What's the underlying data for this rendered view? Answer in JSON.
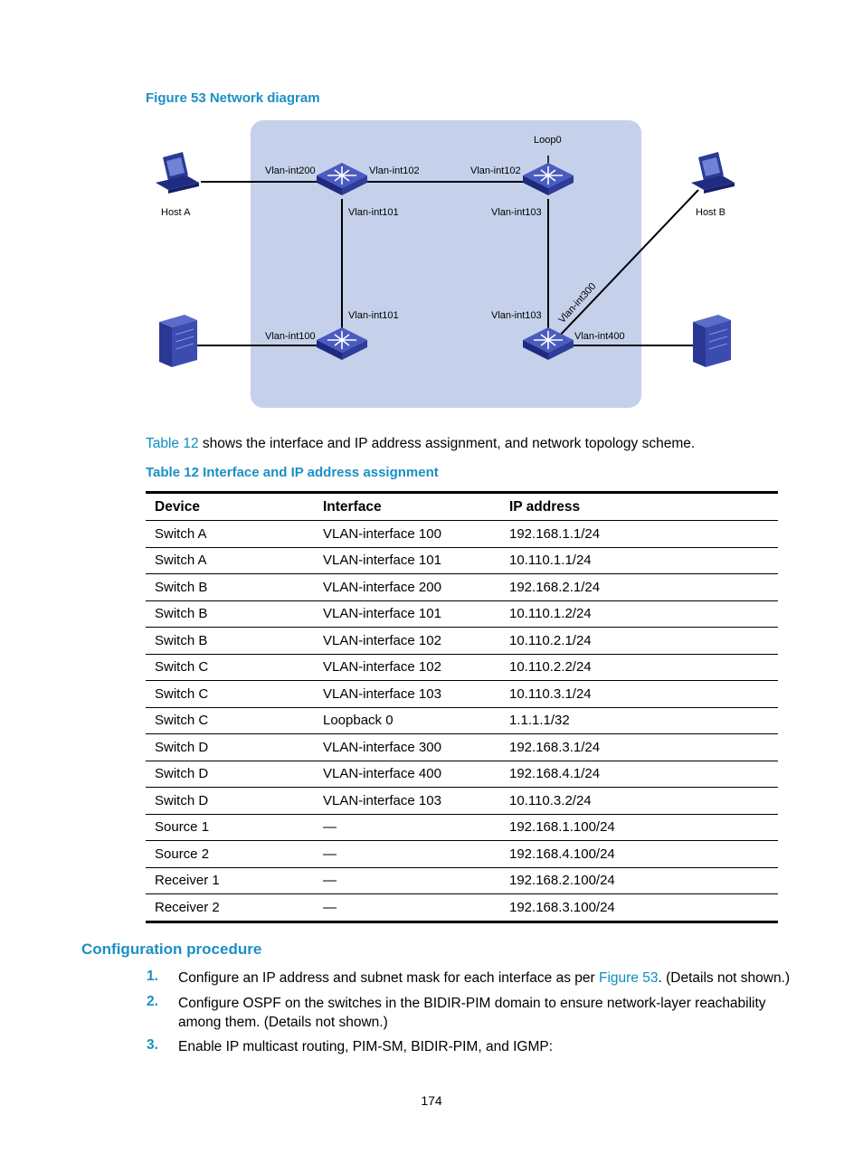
{
  "figure": {
    "caption": "Figure 53 Network diagram",
    "labels": {
      "host_a": "Host A",
      "host_b": "Host B",
      "loop0": "Loop0",
      "a_vlan200": "Vlan-int200",
      "a_vlan102": "Vlan-int102",
      "a_vlan101": "Vlan-int101",
      "c_vlan102": "Vlan-int102",
      "c_vlan103": "Vlan-int103",
      "b_vlan101": "Vlan-int101",
      "b_vlan100": "Vlan-int100",
      "d_vlan103": "Vlan-int103",
      "d_vlan300": "Vlan-int300",
      "d_vlan400": "Vlan-int400"
    },
    "colors": {
      "domain_fill": "#c5d1ea",
      "switch": "#2a3a9a",
      "host": "#3a4aa8"
    }
  },
  "paragraph": {
    "link": "Table 12",
    "text": " shows the interface and IP address assignment, and network topology scheme."
  },
  "table": {
    "caption": "Table 12 Interface and IP address assignment",
    "headers": [
      "Device",
      "Interface",
      "IP address"
    ],
    "rows": [
      [
        "Switch A",
        "VLAN-interface 100",
        "192.168.1.1/24"
      ],
      [
        "Switch A",
        "VLAN-interface 101",
        "10.110.1.1/24"
      ],
      [
        "Switch B",
        "VLAN-interface 200",
        "192.168.2.1/24"
      ],
      [
        "Switch B",
        "VLAN-interface 101",
        "10.110.1.2/24"
      ],
      [
        "Switch B",
        "VLAN-interface 102",
        "10.110.2.1/24"
      ],
      [
        "Switch C",
        "VLAN-interface 102",
        "10.110.2.2/24"
      ],
      [
        "Switch C",
        "VLAN-interface 103",
        "10.110.3.1/24"
      ],
      [
        "Switch C",
        "Loopback 0",
        "1.1.1.1/32"
      ],
      [
        "Switch D",
        "VLAN-interface 300",
        "192.168.3.1/24"
      ],
      [
        "Switch D",
        "VLAN-interface 400",
        "192.168.4.1/24"
      ],
      [
        "Switch D",
        "VLAN-interface 103",
        "10.110.3.2/24"
      ],
      [
        "Source 1",
        "—",
        "192.168.1.100/24"
      ],
      [
        "Source 2",
        "—",
        "192.168.4.100/24"
      ],
      [
        "Receiver 1",
        "—",
        "192.168.2.100/24"
      ],
      [
        "Receiver 2",
        "—",
        "192.168.3.100/24"
      ]
    ]
  },
  "section": {
    "title": "Configuration procedure",
    "steps": [
      {
        "num": "1.",
        "text_before": "Configure an IP address and subnet mask for each interface as per ",
        "link": "Figure 53",
        "text_after": ". (Details not shown.)"
      },
      {
        "num": "2.",
        "text": "Configure OSPF on the switches in the BIDIR-PIM domain to ensure network-layer reachability among them. (Details not shown.)"
      },
      {
        "num": "3.",
        "text": "Enable IP multicast routing, PIM-SM, BIDIR-PIM, and IGMP:"
      }
    ]
  },
  "page_number": "174"
}
